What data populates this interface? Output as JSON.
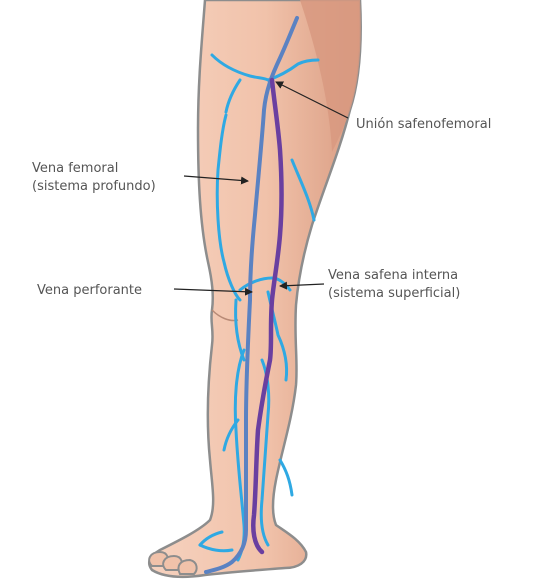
{
  "diagram": {
    "labels": {
      "union_safenofemoral": "Unión safenofemoral",
      "vena_femoral_line1": "Vena femoral",
      "vena_femoral_line2": "(sistema profundo)",
      "vena_perforante": "Vena perforante",
      "vena_safena_line1": "Vena safena interna",
      "vena_safena_line2": "(sistema superficial)"
    },
    "colors": {
      "skin": "#f3c7b0",
      "skin_shadow": "#dba48a",
      "outline": "#8d8d8d",
      "deep_vein": "#5b82c2",
      "great_saphenous": "#6a3fa0",
      "superficial_veins": "#2fa9e3",
      "label_text": "#555555",
      "arrow": "#222222"
    }
  }
}
